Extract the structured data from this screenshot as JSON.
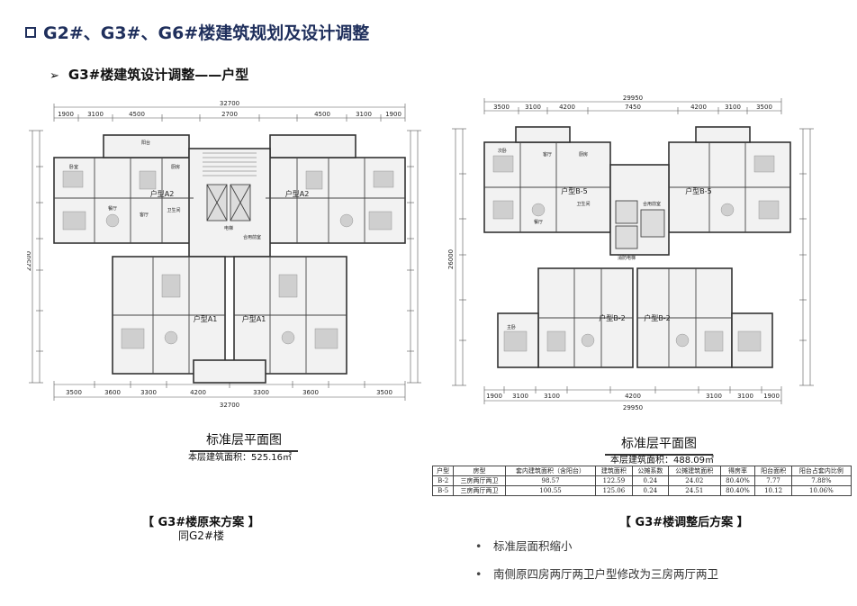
{
  "page": {
    "title": "G2#、G3#、G6#楼建筑规划及设计调整",
    "subtitle": "G3#楼建筑设计调整——户型"
  },
  "left_plan": {
    "caption": "标准层平面图",
    "area": "本层建筑面积：525.16㎡",
    "scheme_title": "【 G3#楼原来方案 】",
    "scheme_note": "同G2#楼",
    "top_total": "32700",
    "bottom_total": "32700",
    "top_dims": [
      "1900",
      "3100",
      "4500",
      "2700",
      "4500",
      "3100",
      "1900"
    ],
    "bottom_dims": [
      "3500",
      "3600",
      "3300",
      "4200",
      "3300",
      "3600",
      "3500"
    ],
    "side_total": "22500",
    "unit_labels": [
      "户型A2",
      "户型A2",
      "户型A1",
      "户型A1"
    ],
    "room_labels": [
      "卧室",
      "客厅",
      "餐厅",
      "厨房",
      "卫生间",
      "阳台",
      "合用前室",
      "电梯"
    ]
  },
  "right_plan": {
    "caption": "标准层平面图",
    "area": "本层建筑面积：488.09㎡",
    "scheme_title": "【 G3#楼调整后方案 】",
    "top_total": "29950",
    "bottom_total": "29950",
    "top_dims": [
      "3500",
      "3100",
      "4200",
      "7450",
      "4200",
      "3100",
      "3500"
    ],
    "bottom_dims": [
      "1900",
      "3100",
      "3100",
      "4200",
      "3100",
      "3100",
      "1900"
    ],
    "side_total": "26000",
    "unit_labels": [
      "户型B-5",
      "户型B-5",
      "户型B-2",
      "户型B-2"
    ],
    "room_labels": [
      "次卧",
      "客厅",
      "餐厅",
      "厨房",
      "卫生间",
      "主卧",
      "合用前室",
      "消防电梯"
    ]
  },
  "unit_table": {
    "headers": [
      "户型",
      "房型",
      "套内建筑面积（含阳台）",
      "建筑面积",
      "公摊系数",
      "公摊建筑面积",
      "得房率",
      "阳台面积",
      "阳台占套内比例"
    ],
    "rows": [
      [
        "B-2",
        "三房两厅两卫",
        "98.57",
        "122.59",
        "0.24",
        "24.02",
        "80.40%",
        "7.77",
        "7.88%"
      ],
      [
        "B-5",
        "三房两厅两卫",
        "100.55",
        "125.06",
        "0.24",
        "24.51",
        "80.40%",
        "10.12",
        "10.06%"
      ]
    ]
  },
  "bullets": [
    "标准层面积缩小",
    "南侧原四房两厅两卫户型修改为三房两厅两卫"
  ]
}
